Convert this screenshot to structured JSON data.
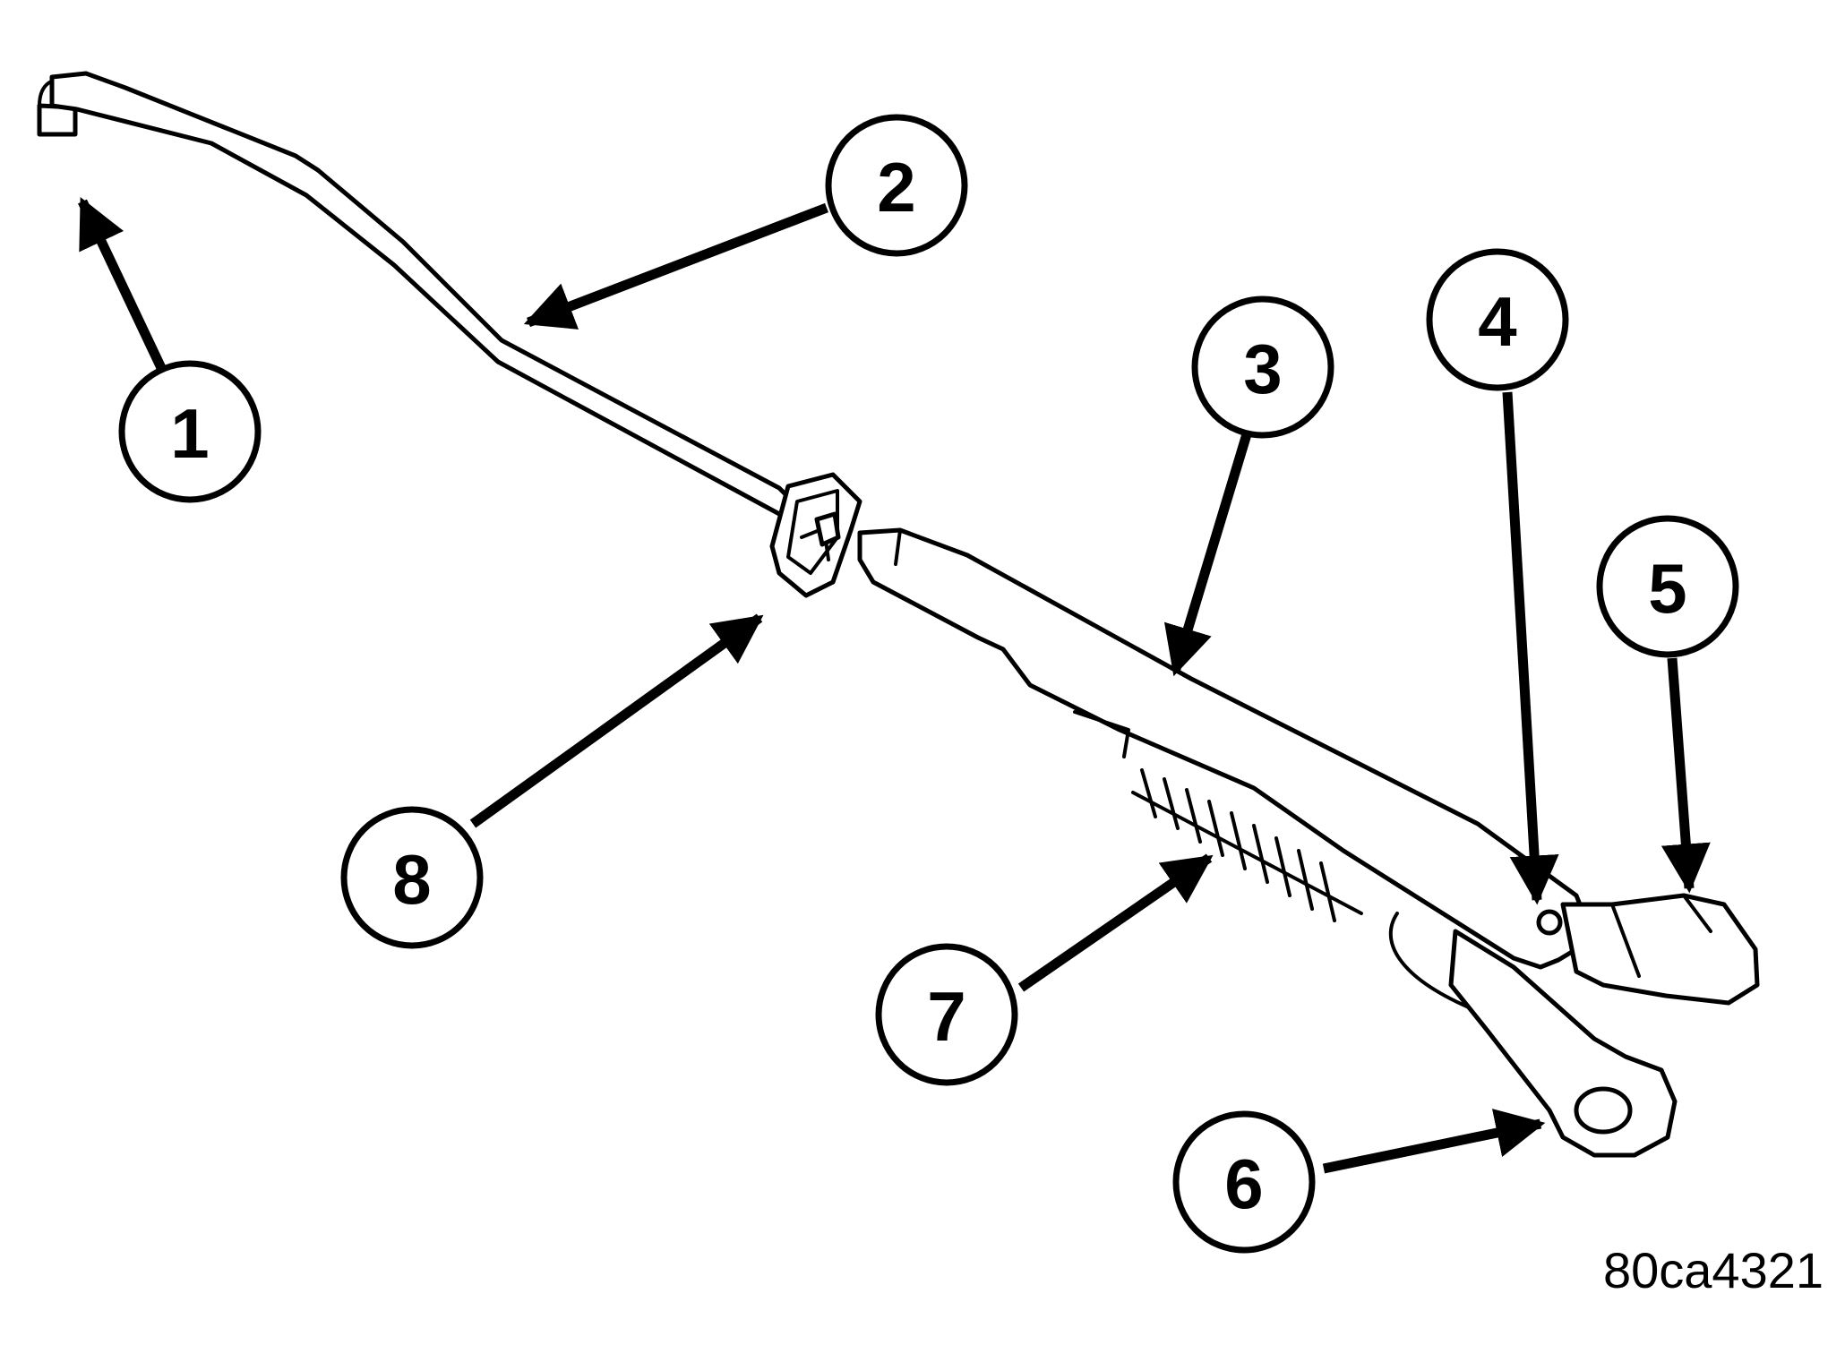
{
  "callouts": [
    {
      "id": "1",
      "label": "1"
    },
    {
      "id": "2",
      "label": "2"
    },
    {
      "id": "3",
      "label": "3"
    },
    {
      "id": "4",
      "label": "4"
    },
    {
      "id": "5",
      "label": "5"
    },
    {
      "id": "6",
      "label": "6"
    },
    {
      "id": "7",
      "label": "7"
    },
    {
      "id": "8",
      "label": "8"
    }
  ],
  "figure_code": "80ca4321"
}
